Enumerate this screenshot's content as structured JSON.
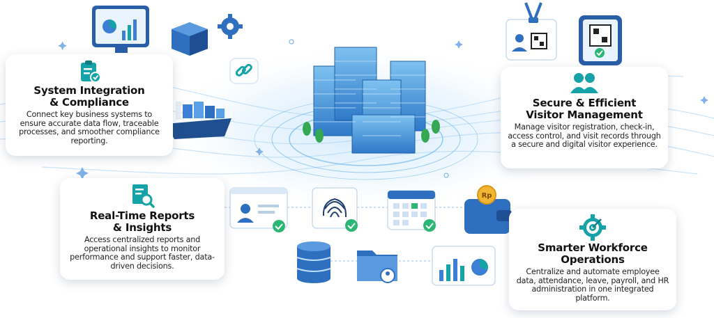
{
  "cards": [
    {
      "id": "integration",
      "icon": "clipboard-check-icon",
      "title_line1": "System Integration",
      "title_line2": "& Compliance",
      "desc": "Connect key business systems to ensure accurate data flow, traceable processes, and smoother compliance reporting."
    },
    {
      "id": "visitor",
      "icon": "users-icon",
      "title_line1": "Secure & Efficient",
      "title_line2": "Visitor Management",
      "desc": "Manage visitor registration, check-in, access control, and visit records through a secure and digital visitor experience."
    },
    {
      "id": "reports",
      "icon": "report-search-icon",
      "title_line1": "Real-Time Reports",
      "title_line2": "& Insights",
      "desc": "Access centralized reports and operational insights to monitor performance and support faster, data-driven decisions."
    },
    {
      "id": "workforce",
      "icon": "target-gear-icon",
      "title_line1": "Smarter Workforce",
      "title_line2": "Operations",
      "desc": "Centralize and automate employee data, attendance, leave, payroll, and HR administration in one integrated platform."
    }
  ],
  "wallet_badge": "Rp",
  "colors": {
    "teal": "#16a3a8",
    "blue": "#3d7fd6",
    "light_blue": "#cfe4f7",
    "green": "#2bb673",
    "dark": "#111111"
  }
}
